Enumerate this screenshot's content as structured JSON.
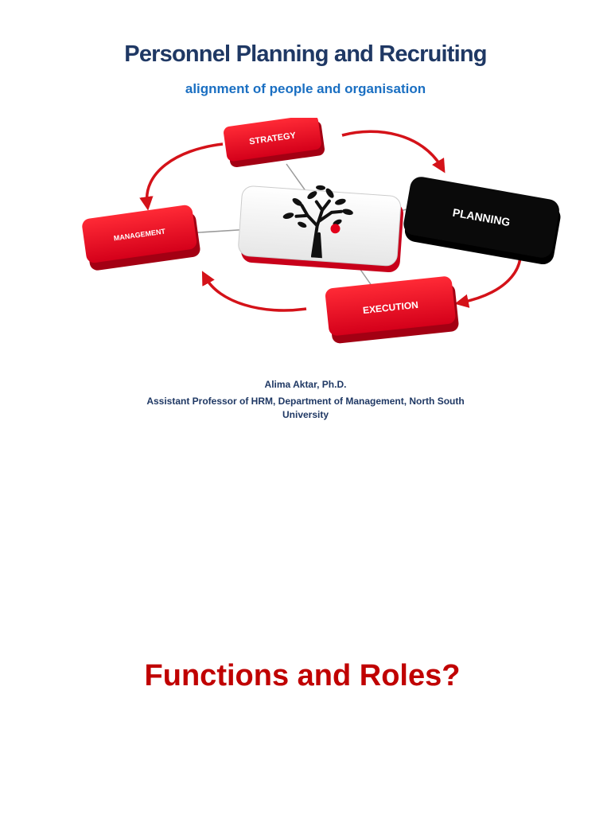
{
  "document": {
    "title": "Personnel Planning and Recruiting",
    "subtitle": "alignment of people and organisation",
    "author": "Alima Aktar, Ph.D.",
    "affiliation": "Assistant Professor of HRM, Department of Management, North South University",
    "question": "Functions and Roles?"
  },
  "diagram": {
    "labels": {
      "strategy": "STRATEGY",
      "planning": "PLANNING",
      "management": "MANAGEMENT",
      "execution": "EXECUTION"
    },
    "center_image": "tree-with-apple-icon"
  },
  "colors": {
    "title": "#1f3864",
    "subtitle": "#1a6fc2",
    "author": "#1f3864",
    "question": "#c00000",
    "tile_red": "#e3001b",
    "tile_black": "#0a0a0a",
    "arrow_red": "#d41219"
  }
}
